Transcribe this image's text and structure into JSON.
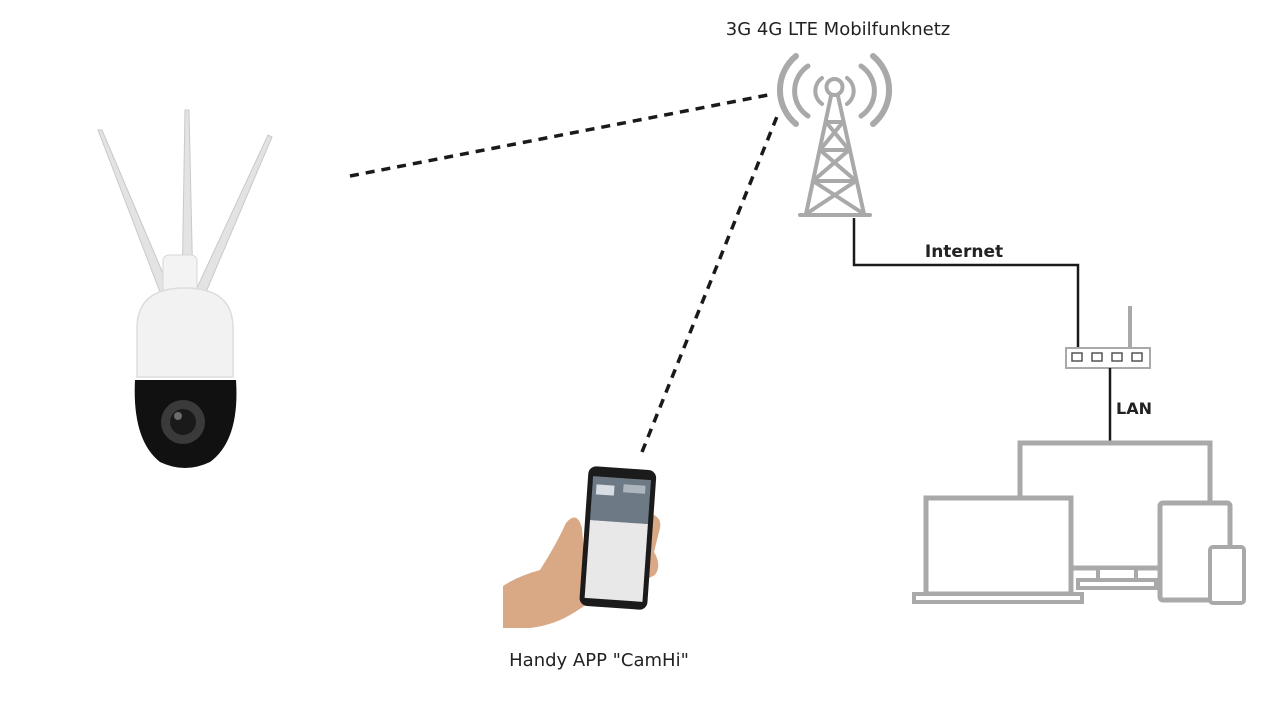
{
  "labels": {
    "network": "3G 4G LTE Mobilfunknetz",
    "internet": "Internet",
    "lan": "LAN",
    "app": "Handy APP \"CamHi\""
  },
  "nodes": {
    "camera": "ip-camera-4g-ptz",
    "tower": "cell-tower-icon",
    "router": "router-icon",
    "phone": "smartphone-in-hand",
    "devices": [
      "monitor-icon",
      "laptop-icon",
      "tablet-icon",
      "phone-icon"
    ]
  },
  "connections": [
    {
      "from": "camera",
      "to": "tower",
      "style": "dashed"
    },
    {
      "from": "phone",
      "to": "tower",
      "style": "dashed"
    },
    {
      "from": "tower",
      "to": "router",
      "label": "Internet",
      "style": "solid"
    },
    {
      "from": "router",
      "to": "devices",
      "label": "LAN",
      "style": "solid"
    }
  ],
  "colors": {
    "line": "#1a1a1a",
    "icon_gray": "#a9a9a9",
    "camera_white": "#f2f2f2",
    "camera_black": "#111111"
  }
}
